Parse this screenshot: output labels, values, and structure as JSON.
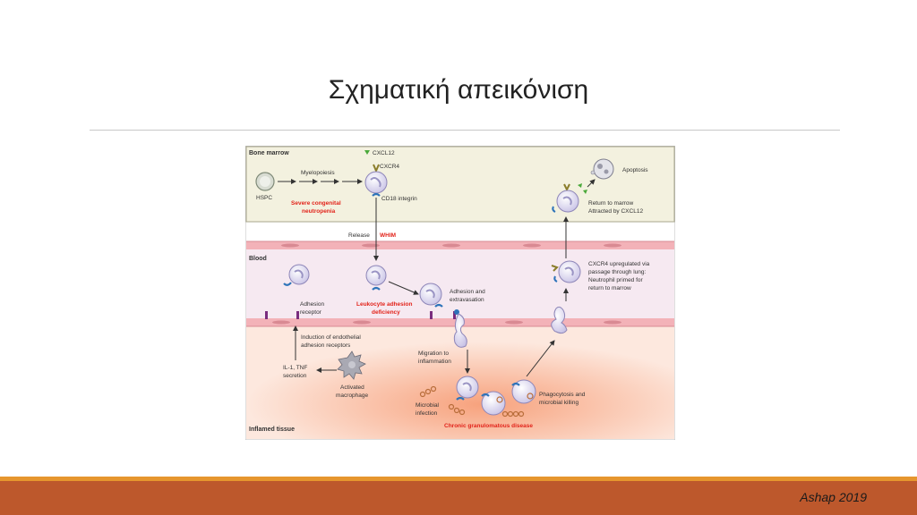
{
  "title": "Σχηματική απεικόνιση",
  "footer": "Ashap 2019",
  "colors": {
    "accent_orange": "#e6962e",
    "footer_band": "#bd582c",
    "warning_red": "#e2231a",
    "marrow_bg": "#f3f1df",
    "blood_bg": "#f6e9f1",
    "tissue_bg": "#fde3d6",
    "vessel_wall": "#f3b2b8"
  },
  "diagram": {
    "regions": {
      "bone_marrow": "Bone marrow",
      "blood": "Blood",
      "inflamed_tissue": "Inflamed tissue"
    },
    "labels": {
      "cxcl12": "CXCL12",
      "cxcr4": "CXCR4",
      "myelopoiesis": "Myelopoiesis",
      "hspc": "HSPC",
      "cd18": "CD18 integrin",
      "severe_1": "Severe congenital",
      "severe_2": "neutropenia",
      "release": "Release",
      "whim": "WHIM",
      "apoptosis": "Apoptosis",
      "return_1": "Return to marrow",
      "return_2": "Attracted by CXCL12",
      "cxcr4_up_1": "CXCR4 upregulated via",
      "cxcr4_up_2": "passage through lung:",
      "cxcr4_up_3": "Neutrophil primed for",
      "cxcr4_up_4": "return to marrow",
      "adhesion_receptor_1": "Adhesion",
      "adhesion_receptor_2": "receptor",
      "lad_1": "Leukocyte adhesion",
      "lad_2": "deficiency",
      "adhesion_extrav_1": "Adhesion and",
      "adhesion_extrav_2": "extravasation",
      "induction_1": "Induction of endothelial",
      "induction_2": "adhesion receptors",
      "il1_1": "IL-1, TNF",
      "il1_2": "secretion",
      "activated_1": "Activated",
      "activated_2": "macrophage",
      "migration_1": "Migration to",
      "migration_2": "inflammation",
      "microbial_1": "Microbial",
      "microbial_2": "infection",
      "phago_1": "Phagocytosis and",
      "phago_2": "microbial killing",
      "cgd": "Chronic granulomatous disease"
    }
  }
}
